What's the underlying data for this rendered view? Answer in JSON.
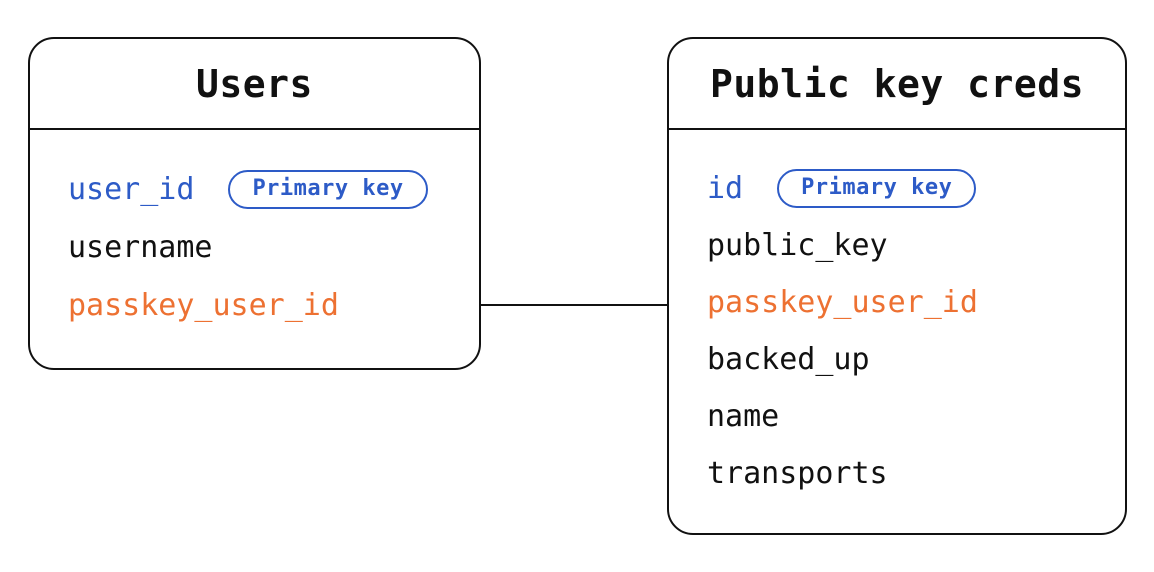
{
  "diagram": {
    "colors": {
      "blue": "#2d5bc7",
      "orange": "#ed7132",
      "ink": "#111111",
      "line": "#111111",
      "bg": "#ffffff"
    },
    "tables": [
      {
        "title": "Users",
        "fields": [
          {
            "name": "user_id",
            "color": "blue",
            "badge": "Primary key"
          },
          {
            "name": "username",
            "color": "black"
          },
          {
            "name": "passkey_user_id",
            "color": "orange"
          }
        ]
      },
      {
        "title": "Public key creds",
        "fields": [
          {
            "name": "id",
            "color": "blue",
            "badge": "Primary key"
          },
          {
            "name": "public_key",
            "color": "black"
          },
          {
            "name": "passkey_user_id",
            "color": "orange"
          },
          {
            "name": "backed_up",
            "color": "black"
          },
          {
            "name": "name",
            "color": "black"
          },
          {
            "name": "transports",
            "color": "black"
          }
        ]
      }
    ],
    "relationship": {
      "connects": [
        "Users.passkey_user_id",
        "Public key creds.passkey_user_id"
      ]
    }
  }
}
